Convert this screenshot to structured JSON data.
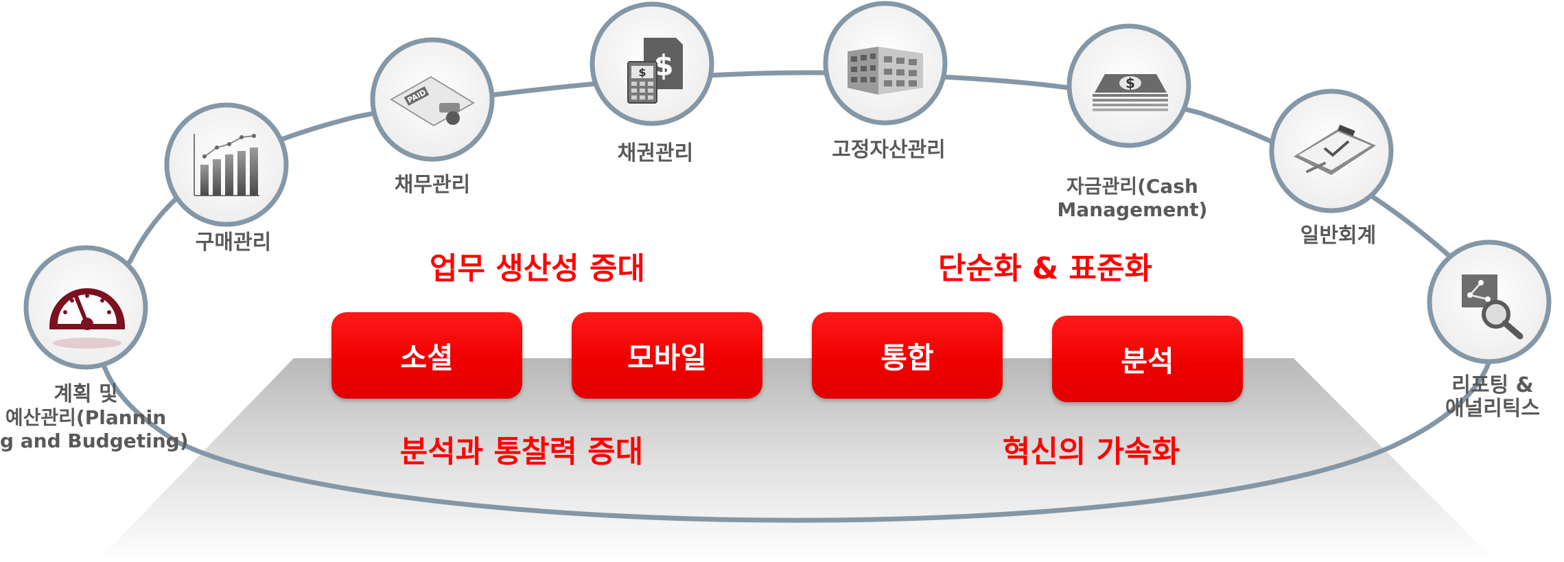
{
  "nodes": [
    {
      "id": "planning",
      "icon": "gauge-icon",
      "label_line1": "계획 및",
      "label_line2": "예산관리(Plannin",
      "label_line3": "g and Budgeting)"
    },
    {
      "id": "purchasing",
      "icon": "bar-chart-icon",
      "label_line1": "구매관리"
    },
    {
      "id": "payables",
      "icon": "paid-stamp-icon",
      "label_line1": "채무관리"
    },
    {
      "id": "receivables",
      "icon": "calculator-dollar-icon",
      "label_line1": "채권관리"
    },
    {
      "id": "fixed_assets",
      "icon": "building-icon",
      "label_line1": "고정자산관리"
    },
    {
      "id": "cash",
      "icon": "cash-stack-icon",
      "label_line1": "자금관리(Cash",
      "label_line2": "Management)"
    },
    {
      "id": "general",
      "icon": "clipboard-check-icon",
      "label_line1": "일반회계"
    },
    {
      "id": "reporting",
      "icon": "analytics-magnifier-icon",
      "label_line1": "리포팅 &",
      "label_line2": "애널리틱스"
    }
  ],
  "themes": {
    "top_left": "업무 생산성 증대",
    "top_right": "단순화 & 표준화",
    "bottom_left": "분석과 통찰력 증대",
    "bottom_right": "혁신의 가속화"
  },
  "pills": {
    "social": "소셜",
    "mobile": "모바일",
    "integration": "통합",
    "analysis": "분석"
  },
  "colors": {
    "ring": "#8497a6",
    "accent": "#ff0000",
    "pill": "#f00000",
    "label": "#595959"
  }
}
